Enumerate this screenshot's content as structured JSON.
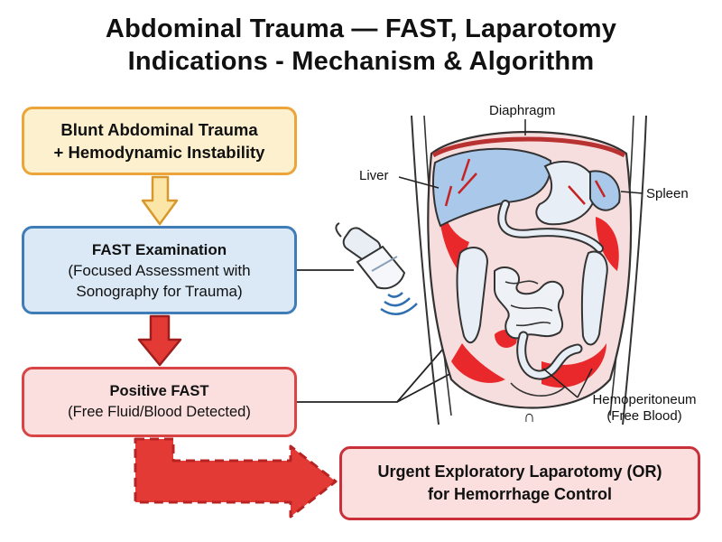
{
  "title": {
    "line1": "Abdominal Trauma — FAST, Laparotomy",
    "line2": "Indications - Mechanism & Algorithm"
  },
  "flow": {
    "blunt": {
      "line1": "Blunt Abdominal Trauma",
      "line2": "+ Hemodynamic Instability"
    },
    "fast": {
      "heading": "FAST Examination",
      "line1": "(Focused Assessment with",
      "line2": "Sonography for Trauma)"
    },
    "positive": {
      "heading": "Positive FAST",
      "line1": "(Free Fluid/Blood Detected)"
    },
    "laparotomy": {
      "line1": "Urgent Exploratory Laparotomy (OR)",
      "line2": "for Hemorrhage Control"
    }
  },
  "anatomy": {
    "diaphragm": "Diaphragm",
    "liver": "Liver",
    "spleen": "Spleen",
    "hemoperitoneum": "Hemoperitoneum",
    "free_blood": "(Free Blood)",
    "navel": "∩"
  },
  "colors": {
    "blunt_fill": "#fdf0cf",
    "blunt_border": "#eba538",
    "fast_fill": "#dbe9f6",
    "fast_border": "#3f7cb8",
    "positive_fill": "#fbdede",
    "positive_border": "#d94444",
    "arrow_red": "#e43a35",
    "arrow_yellow": "#fbe6a8",
    "blood": "#e8282a",
    "organ_blue": "#a9c8ea"
  }
}
